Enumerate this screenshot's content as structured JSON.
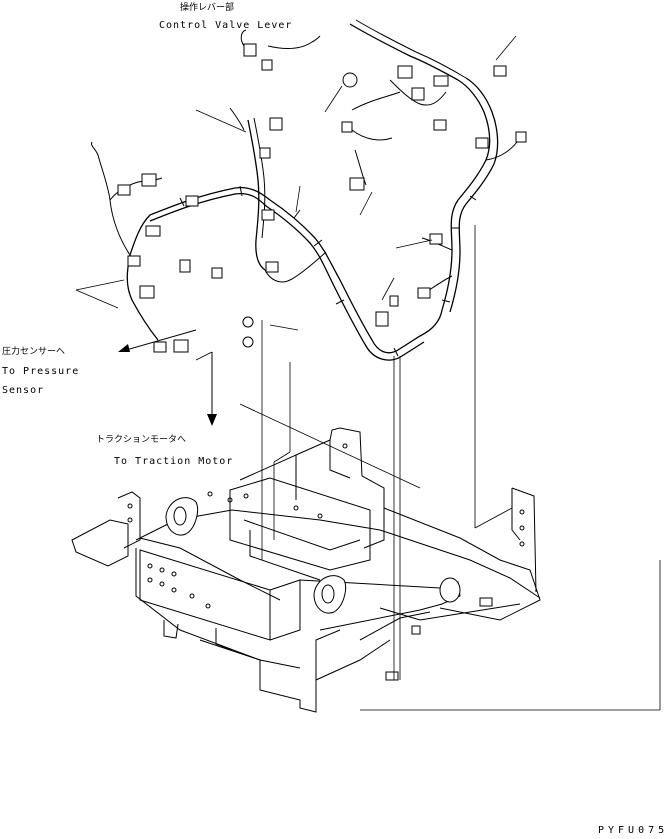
{
  "labels": {
    "control_valve_jp": "操作レバー部",
    "control_valve_en": "Control Valve Lever",
    "pressure_jp": "圧力センサーへ",
    "pressure_en_1": "To Pressure",
    "pressure_en_2": "Sensor",
    "traction_jp": "トラクションモータへ",
    "traction_en": "To Traction Motor",
    "figure_code": "PYFU075"
  },
  "colors": {
    "line": "#000000",
    "background": "#ffffff"
  },
  "icons": [
    "arrow-left-icon",
    "arrow-down-icon"
  ]
}
